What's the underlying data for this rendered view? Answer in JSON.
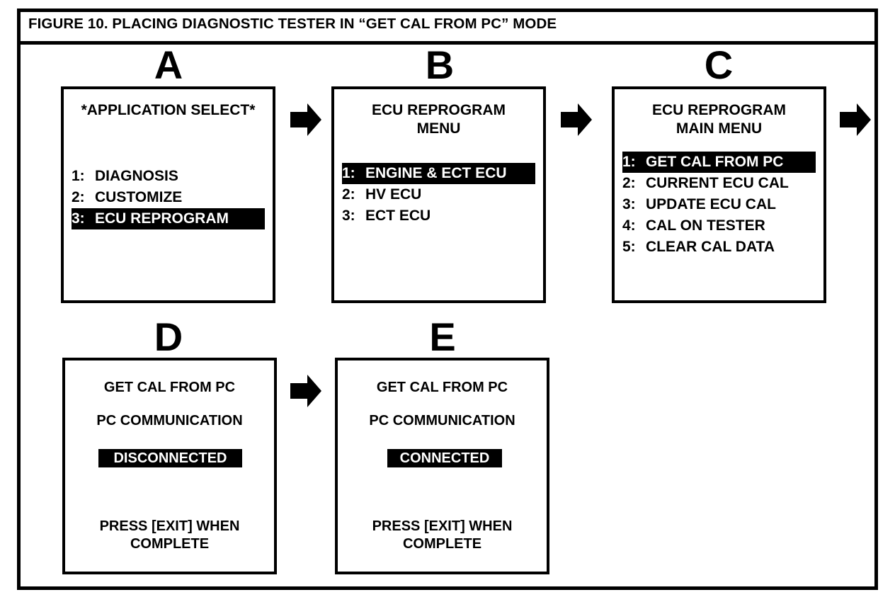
{
  "figure": {
    "title": "FIGURE 10.  PLACING DIAGNOSTIC TESTER IN “GET CAL FROM PC” MODE"
  },
  "colors": {
    "ink": "#000000",
    "paper": "#ffffff",
    "highlight_bg": "#000000",
    "highlight_fg": "#ffffff"
  },
  "panels": [
    {
      "letter": "A",
      "screen_title": "*APPLICATION SELECT*",
      "menu": [
        {
          "num": "1:",
          "label": "DIAGNOSIS",
          "selected": false
        },
        {
          "num": "2:",
          "label": "CUSTOMIZE",
          "selected": false
        },
        {
          "num": "3:",
          "label": "ECU REPROGRAM",
          "selected": true
        }
      ]
    },
    {
      "letter": "B",
      "screen_title": "ECU REPROGRAM\nMENU",
      "menu": [
        {
          "num": "1:",
          "label": "ENGINE & ECT ECU",
          "selected": true
        },
        {
          "num": "2:",
          "label": "HV ECU",
          "selected": false
        },
        {
          "num": "3:",
          "label": "ECT ECU",
          "selected": false
        }
      ]
    },
    {
      "letter": "C",
      "screen_title": "ECU REPROGRAM\nMAIN MENU",
      "menu": [
        {
          "num": "1:",
          "label": "GET CAL FROM PC",
          "selected": true
        },
        {
          "num": "2:",
          "label": "CURRENT ECU CAL",
          "selected": false
        },
        {
          "num": "3:",
          "label": "UPDATE ECU CAL",
          "selected": false
        },
        {
          "num": "4:",
          "label": "CAL ON TESTER",
          "selected": false
        },
        {
          "num": "5:",
          "label": "CLEAR CAL DATA",
          "selected": false
        }
      ]
    },
    {
      "letter": "D",
      "screen_title": "GET CAL FROM PC",
      "subtitle": "PC COMMUNICATION",
      "status": "DISCONNECTED",
      "footer": "PRESS [EXIT] WHEN\nCOMPLETE"
    },
    {
      "letter": "E",
      "screen_title": "GET CAL FROM PC",
      "subtitle": "PC COMMUNICATION",
      "status": "CONNECTED",
      "footer": "PRESS [EXIT] WHEN\nCOMPLETE"
    }
  ],
  "arrows": [
    {
      "name": "arrow-a-to-b",
      "icon": "right-arrow-icon"
    },
    {
      "name": "arrow-b-to-c",
      "icon": "right-arrow-icon"
    },
    {
      "name": "arrow-c-to-d",
      "icon": "right-arrow-icon"
    },
    {
      "name": "arrow-d-to-e",
      "icon": "right-arrow-icon"
    }
  ]
}
